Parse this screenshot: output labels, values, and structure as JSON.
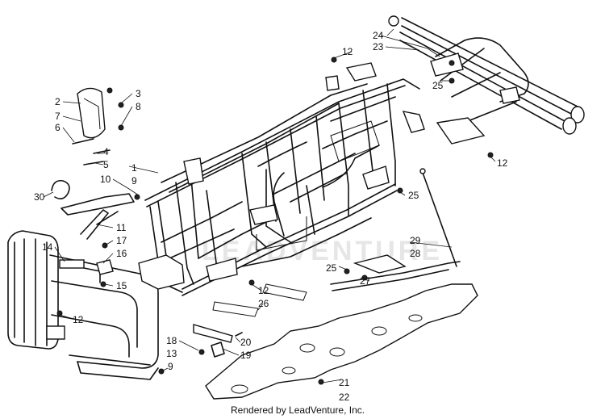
{
  "diagram": {
    "credit": "Rendered by LeadVenture, Inc.",
    "watermark": "LEADVENTURE",
    "labels": [
      {
        "id": "l1",
        "text": "1"
      },
      {
        "id": "l2",
        "text": "2"
      },
      {
        "id": "l3",
        "text": "3"
      },
      {
        "id": "l4",
        "text": "4"
      },
      {
        "id": "l5",
        "text": "5"
      },
      {
        "id": "l6",
        "text": "6"
      },
      {
        "id": "l7",
        "text": "7"
      },
      {
        "id": "l8",
        "text": "8"
      },
      {
        "id": "l9a",
        "text": "9"
      },
      {
        "id": "l9b",
        "text": "9"
      },
      {
        "id": "l10",
        "text": "10"
      },
      {
        "id": "l11",
        "text": "11"
      },
      {
        "id": "l12a",
        "text": "12"
      },
      {
        "id": "l12b",
        "text": "12"
      },
      {
        "id": "l12c",
        "text": "12"
      },
      {
        "id": "l12d",
        "text": "12"
      },
      {
        "id": "l13",
        "text": "13"
      },
      {
        "id": "l14",
        "text": "14"
      },
      {
        "id": "l15",
        "text": "15"
      },
      {
        "id": "l16",
        "text": "16"
      },
      {
        "id": "l17",
        "text": "17"
      },
      {
        "id": "l18",
        "text": "18"
      },
      {
        "id": "l19",
        "text": "19"
      },
      {
        "id": "l20",
        "text": "20"
      },
      {
        "id": "l21",
        "text": "21"
      },
      {
        "id": "l22",
        "text": "22"
      },
      {
        "id": "l23",
        "text": "23"
      },
      {
        "id": "l24",
        "text": "24"
      },
      {
        "id": "l25a",
        "text": "25"
      },
      {
        "id": "l25b",
        "text": "25"
      },
      {
        "id": "l25c",
        "text": "25"
      },
      {
        "id": "l26",
        "text": "26"
      },
      {
        "id": "l27",
        "text": "27"
      },
      {
        "id": "l28",
        "text": "28"
      },
      {
        "id": "l29",
        "text": "29"
      },
      {
        "id": "l30",
        "text": "30"
      }
    ]
  }
}
